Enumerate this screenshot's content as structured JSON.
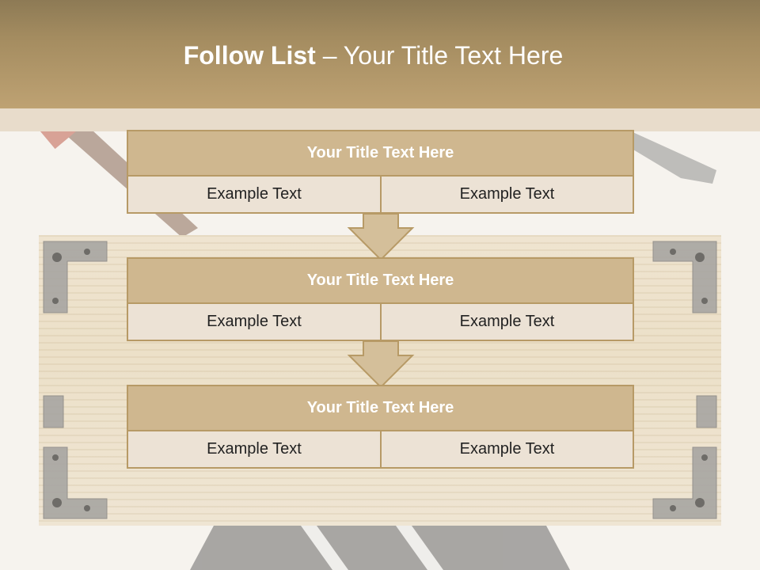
{
  "header": {
    "title_bold": "Follow List ",
    "title_dash": " – ",
    "title_rest": "Your Title Text Here"
  },
  "steps": [
    {
      "title": "Your Title Text Here",
      "left": "Example Text",
      "right": "Example Text"
    },
    {
      "title": "Your Title Text Here",
      "left": "Example Text",
      "right": "Example Text"
    },
    {
      "title": "Your Title Text Here",
      "left": "Example Text",
      "right": "Example Text"
    }
  ],
  "colors": {
    "header_band": "#bea273",
    "box_title": "#cfb78f",
    "box_cell": "#ece2d5",
    "box_border": "#b79a66",
    "arrow_fill": "#d4bf9a"
  }
}
